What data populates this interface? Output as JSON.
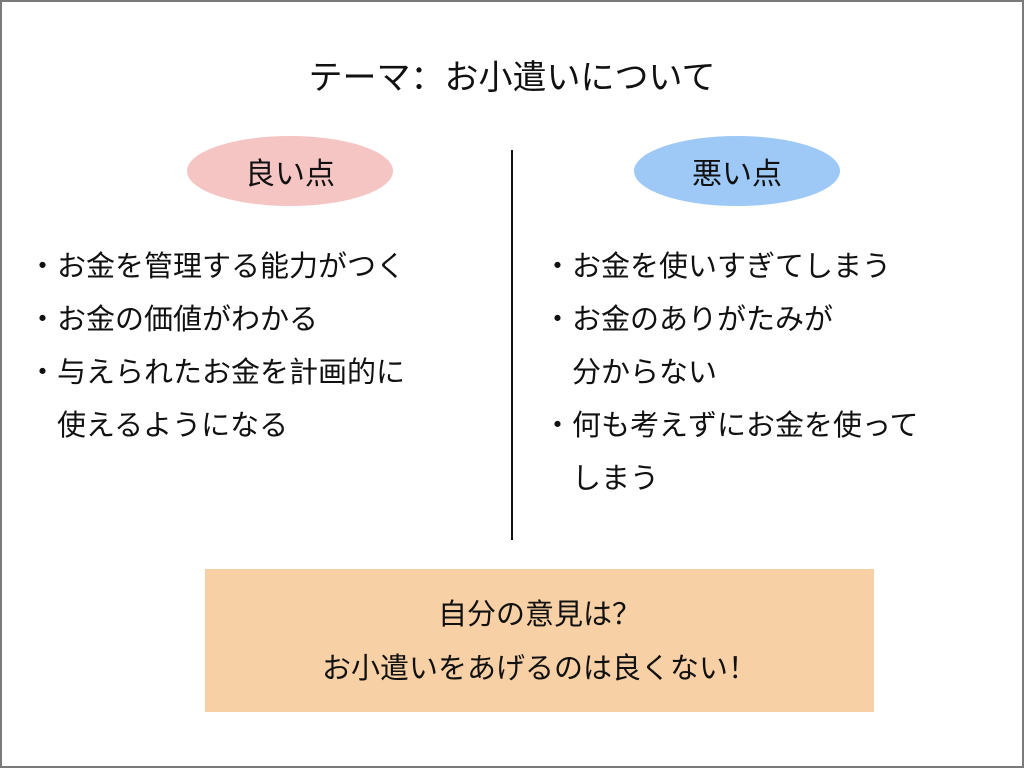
{
  "title": "テーマ：お小遣いについて",
  "good": {
    "label": "良い点",
    "items": [
      "・お金を管理する能力がつく",
      "・お金の価値がわかる",
      "・与えられたお金を計画的に",
      "　使えるようになる"
    ]
  },
  "bad": {
    "label": "悪い点",
    "items": [
      "・お金を使いすぎてしまう",
      "・お金のありがたみが",
      "　分からない",
      "・何も考えずにお金を使って",
      "　しまう"
    ]
  },
  "opinion": {
    "line1": "自分の意見は？",
    "line2": "お小遣いをあげるのは良くない！"
  },
  "colors": {
    "good": "#f4c5c2",
    "bad": "#9ec9f7",
    "opinion": "#f8d0a5"
  }
}
